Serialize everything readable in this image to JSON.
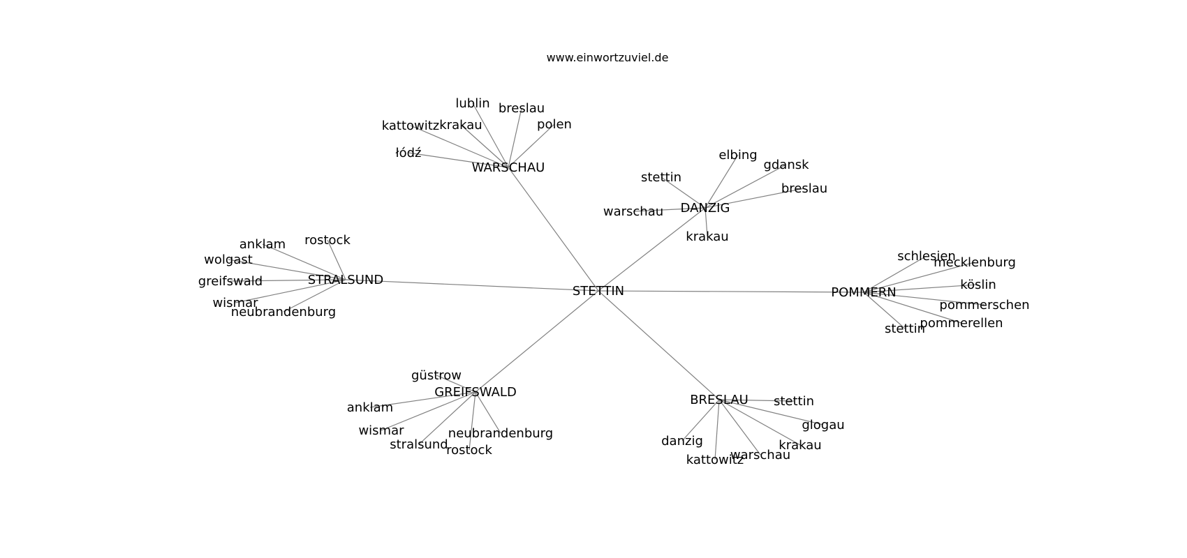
{
  "credit": "www.einwortzuviel.de",
  "center": "STETTIN",
  "clusters": [
    {
      "hub": "WARSCHAU",
      "leaves": [
        "lublin",
        "breslau",
        "kattowitz",
        "krakau",
        "polen",
        "łódź"
      ]
    },
    {
      "hub": "DANZIG",
      "leaves": [
        "elbing",
        "gdansk",
        "stettin",
        "breslau",
        "warschau",
        "krakau"
      ]
    },
    {
      "hub": "STRALSUND",
      "leaves": [
        "anklam",
        "rostock",
        "wolgast",
        "greifswald",
        "wismar",
        "neubrandenburg"
      ]
    },
    {
      "hub": "POMMERN",
      "leaves": [
        "schlesien",
        "mecklenburg",
        "köslin",
        "pommerschen",
        "pommerellen",
        "stettin"
      ]
    },
    {
      "hub": "GREIFSWALD",
      "leaves": [
        "güstrow",
        "anklam",
        "wismar",
        "stralsund",
        "neubrandenburg",
        "rostock"
      ]
    },
    {
      "hub": "BRESLAU",
      "leaves": [
        "stettin",
        "glogau",
        "krakau",
        "warschau",
        "danzig",
        "kattowitz"
      ]
    }
  ]
}
